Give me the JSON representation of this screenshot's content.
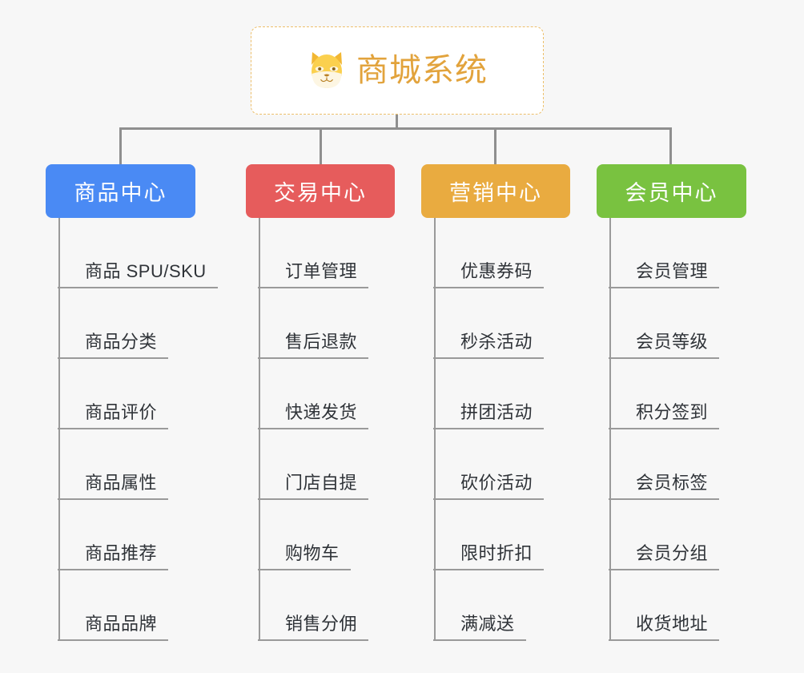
{
  "page": {
    "background_color": "#f7f7f7",
    "type": "mindmap-tree-diagram"
  },
  "root": {
    "title": "商城系统",
    "icon": "shiba-dog-face-icon",
    "text_color": "#e2a33c",
    "border_color": "#edbf6a",
    "background_color": "#ffffff"
  },
  "connector": {
    "color": "#8f8f8f"
  },
  "branches": [
    {
      "label": "商品中心",
      "color": "#4a8af4",
      "items": [
        "商品 SPU/SKU",
        "商品分类",
        "商品评价",
        "商品属性",
        "商品推荐",
        "商品品牌"
      ]
    },
    {
      "label": "交易中心",
      "color": "#e65c5c",
      "items": [
        "订单管理",
        "售后退款",
        "快递发货",
        "门店自提",
        "购物车",
        "销售分佣"
      ]
    },
    {
      "label": "营销中心",
      "color": "#e9ab40",
      "items": [
        "优惠券码",
        "秒杀活动",
        "拼团活动",
        "砍价活动",
        "限时折扣",
        "满减送"
      ]
    },
    {
      "label": "会员中心",
      "color": "#79c240",
      "items": [
        "会员管理",
        "会员等级",
        "积分签到",
        "会员标签",
        "会员分组",
        "收货地址"
      ]
    }
  ]
}
